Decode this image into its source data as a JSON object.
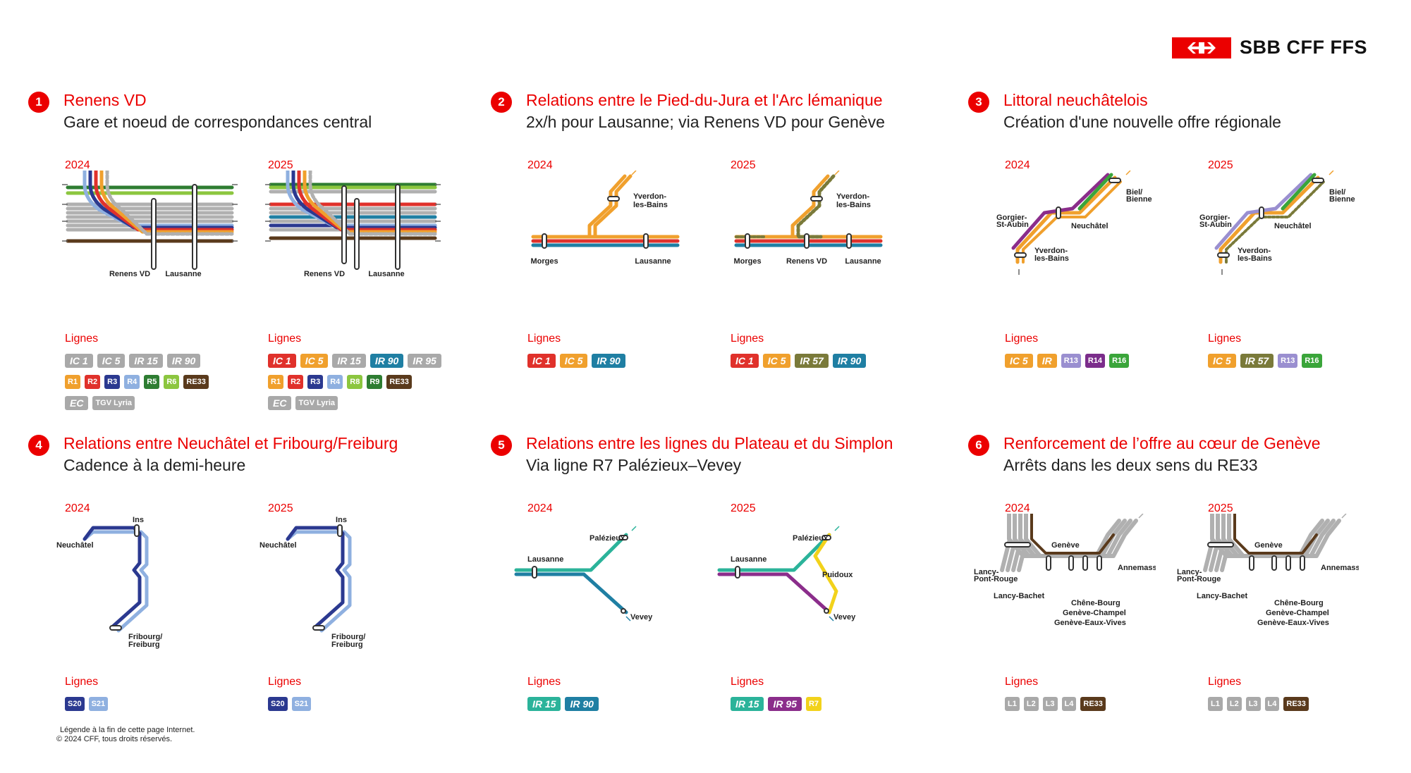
{
  "brand": {
    "name": "SBB CFF FFS",
    "color": "#eb0000"
  },
  "labels": {
    "lignes": "Lignes",
    "y2024": "2024",
    "y2025": "2025"
  },
  "footer": {
    "legend": "Légende à la fin de cette page Internet.",
    "copyright": "© 2024 CFF, tous droits réservés."
  },
  "panels": [
    {
      "num": "1",
      "title": "Renens VD",
      "subtitle": "Gare et noeud de correspondances central",
      "stations2024": [
        "Renens VD",
        "Lausanne"
      ],
      "stations2025": [
        "Renens VD",
        "Lausanne"
      ],
      "badges2024": [
        [
          {
            "t": "IC 1",
            "c": "#a9a9a9"
          },
          {
            "t": "IC 5",
            "c": "#a9a9a9"
          },
          {
            "t": "IR 15",
            "c": "#a9a9a9"
          },
          {
            "t": "IR 90",
            "c": "#a9a9a9"
          }
        ],
        [
          {
            "t": "R1",
            "c": "#f0a02d",
            "s": 1
          },
          {
            "t": "R2",
            "c": "#e0312b",
            "s": 1
          },
          {
            "t": "R3",
            "c": "#2b3990",
            "s": 1
          },
          {
            "t": "R4",
            "c": "#8fb0e0",
            "s": 1
          },
          {
            "t": "R5",
            "c": "#2e7d32",
            "s": 1
          },
          {
            "t": "R6",
            "c": "#8cc63f",
            "s": 1
          },
          {
            "t": "RE33",
            "c": "#5a3a1c",
            "s": 1
          }
        ],
        [
          {
            "t": "EC",
            "c": "#a9a9a9"
          },
          {
            "t": "TGV Lyria",
            "c": "#a9a9a9",
            "s": 1
          }
        ]
      ],
      "badges2025": [
        [
          {
            "t": "IC 1",
            "c": "#e0312b"
          },
          {
            "t": "IC 5",
            "c": "#f0a02d"
          },
          {
            "t": "IR 15",
            "c": "#a9a9a9"
          },
          {
            "t": "IR 90",
            "c": "#1f7fa3"
          },
          {
            "t": "IR 95",
            "c": "#a9a9a9"
          }
        ],
        [
          {
            "t": "R1",
            "c": "#f0a02d",
            "s": 1
          },
          {
            "t": "R2",
            "c": "#e0312b",
            "s": 1
          },
          {
            "t": "R3",
            "c": "#2b3990",
            "s": 1
          },
          {
            "t": "R4",
            "c": "#8fb0e0",
            "s": 1
          },
          {
            "t": "R8",
            "c": "#8cc63f",
            "s": 1
          },
          {
            "t": "R9",
            "c": "#2e7d32",
            "s": 1
          },
          {
            "t": "RE33",
            "c": "#5a3a1c",
            "s": 1
          }
        ],
        [
          {
            "t": "EC",
            "c": "#a9a9a9"
          },
          {
            "t": "TGV Lyria",
            "c": "#a9a9a9",
            "s": 1
          }
        ]
      ]
    },
    {
      "num": "2",
      "title": "Relations entre le Pied-du-Jura et l'Arc lémanique",
      "subtitle": "2x/h pour Lausanne; via Renens VD pour Genève",
      "stations2024": [
        "Yverdon-les-Bains",
        "Morges",
        "Lausanne"
      ],
      "stations2025": [
        "Yverdon-les-Bains",
        "Morges",
        "Renens VD",
        "Lausanne"
      ],
      "badges2024": [
        [
          {
            "t": "IC 1",
            "c": "#e0312b"
          },
          {
            "t": "IC 5",
            "c": "#f0a02d"
          },
          {
            "t": "IR 90",
            "c": "#1f7fa3"
          }
        ]
      ],
      "badges2025": [
        [
          {
            "t": "IC 1",
            "c": "#e0312b"
          },
          {
            "t": "IC 5",
            "c": "#f0a02d"
          },
          {
            "t": "IR 57",
            "c": "#7a7a3a"
          },
          {
            "t": "IR 90",
            "c": "#1f7fa3"
          }
        ]
      ]
    },
    {
      "num": "3",
      "title": "Littoral neuchâtelois",
      "subtitle": "Création d'une nouvelle offre régionale",
      "stations2024": [
        "Gorgier-St-Aubin",
        "Neuchâtel",
        "Biel/Bienne",
        "Yverdon-les-Bains"
      ],
      "stations2025": [
        "Gorgier-St-Aubin",
        "Neuchâtel",
        "Biel/Bienne",
        "Yverdon-les-Bains"
      ],
      "badges2024": [
        [
          {
            "t": "IC 5",
            "c": "#f0a02d"
          },
          {
            "t": "IR",
            "c": "#f0a02d"
          },
          {
            "t": "R13",
            "c": "#9a8fd0",
            "s": 1
          },
          {
            "t": "R14",
            "c": "#7b2d8b",
            "s": 1
          },
          {
            "t": "R16",
            "c": "#3aa53a",
            "s": 1
          }
        ]
      ],
      "badges2025": [
        [
          {
            "t": "IC 5",
            "c": "#f0a02d"
          },
          {
            "t": "IR 57",
            "c": "#7a7a3a"
          },
          {
            "t": "R13",
            "c": "#9a8fd0",
            "s": 1
          },
          {
            "t": "R16",
            "c": "#3aa53a",
            "s": 1
          }
        ]
      ]
    },
    {
      "num": "4",
      "title": "Relations entre Neuchâtel et Fribourg/Freiburg",
      "subtitle": "Cadence à la demi-heure",
      "stations2024": [
        "Ins",
        "Neuchâtel",
        "Fribourg/Freiburg"
      ],
      "stations2025": [
        "Ins",
        "Neuchâtel",
        "Fribourg/Freiburg"
      ],
      "badges2024": [
        [
          {
            "t": "S20",
            "c": "#2b3990",
            "s": 1
          },
          {
            "t": "S21",
            "c": "#8fb0e0",
            "s": 1
          }
        ]
      ],
      "badges2025": [
        [
          {
            "t": "S20",
            "c": "#2b3990",
            "s": 1
          },
          {
            "t": "S21",
            "c": "#8fb0e0",
            "s": 1
          }
        ]
      ]
    },
    {
      "num": "5",
      "title": "Relations entre les lignes du Plateau et du Simplon",
      "subtitle": "Via ligne R7 Palézieux–Vevey",
      "stations2024": [
        "Palézieux",
        "Lausanne",
        "Vevey"
      ],
      "stations2025": [
        "Palézieux",
        "Lausanne",
        "Puidoux",
        "Vevey"
      ],
      "badges2024": [
        [
          {
            "t": "IR 15",
            "c": "#2bb39a"
          },
          {
            "t": "IR 90",
            "c": "#1f7fa3"
          }
        ]
      ],
      "badges2025": [
        [
          {
            "t": "IR 15",
            "c": "#2bb39a"
          },
          {
            "t": "IR 95",
            "c": "#8b2d8b"
          },
          {
            "t": "R7",
            "c": "#f2d21b",
            "s": 1
          }
        ]
      ]
    },
    {
      "num": "6",
      "title": "Renforcement de l’offre au cœur de Genève",
      "subtitle": "Arrêts dans les deux sens du RE33",
      "stations2024": [
        "Genève",
        "Lancy-Pont-Rouge",
        "Lancy-Bachet",
        "Annemasse",
        "Chêne-Bourg",
        "Genève-Champel",
        "Genève-Eaux-Vives"
      ],
      "stations2025": [
        "Genève",
        "Lancy-Pont-Rouge",
        "Lancy-Bachet",
        "Annemasse",
        "Chêne-Bourg",
        "Genève-Champel",
        "Genève-Eaux-Vives"
      ],
      "badges2024": [
        [
          {
            "t": "L1",
            "c": "#a9a9a9",
            "s": 1
          },
          {
            "t": "L2",
            "c": "#a9a9a9",
            "s": 1
          },
          {
            "t": "L3",
            "c": "#a9a9a9",
            "s": 1
          },
          {
            "t": "L4",
            "c": "#a9a9a9",
            "s": 1
          },
          {
            "t": "RE33",
            "c": "#5a3a1c",
            "s": 1
          }
        ]
      ],
      "badges2025": [
        [
          {
            "t": "L1",
            "c": "#a9a9a9",
            "s": 1
          },
          {
            "t": "L2",
            "c": "#a9a9a9",
            "s": 1
          },
          {
            "t": "L3",
            "c": "#a9a9a9",
            "s": 1
          },
          {
            "t": "L4",
            "c": "#a9a9a9",
            "s": 1
          },
          {
            "t": "RE33",
            "c": "#5a3a1c",
            "s": 1
          }
        ]
      ]
    }
  ]
}
